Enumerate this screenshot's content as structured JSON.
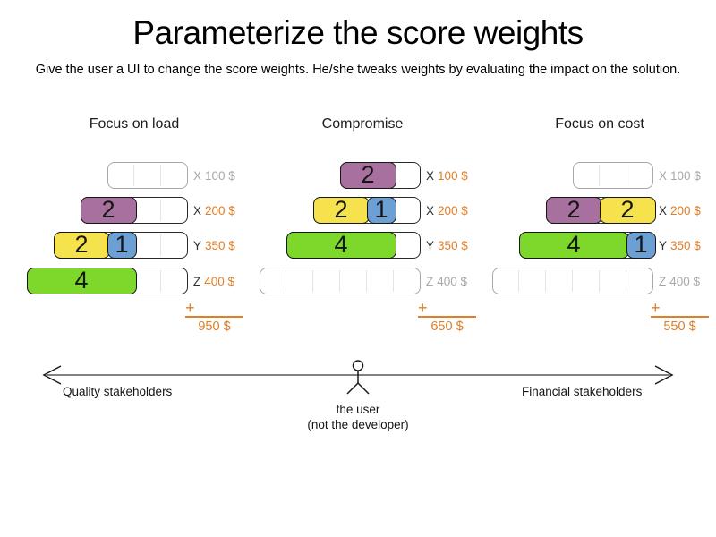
{
  "page": {
    "title": "Parameterize the score weights",
    "subtitle": "Give the user a UI to change the score weights. He/she tweaks weights by evaluating the impact on the solution."
  },
  "colors": {
    "purple": "#a7709e",
    "yellow": "#f5e24c",
    "blue": "#6ca0d4",
    "green": "#7ed82b",
    "orange": "#e07e27",
    "inactive_gray": "#a8a8a8"
  },
  "scenarios": [
    {
      "name": "Focus on load",
      "rows": [
        {
          "letter": "X",
          "amount": "100 $",
          "cells": 3,
          "active": false,
          "blocks": []
        },
        {
          "letter": "X",
          "amount": "200 $",
          "cells": 4,
          "active": true,
          "blocks": [
            {
              "value": 2,
              "color": "purple"
            }
          ]
        },
        {
          "letter": "Y",
          "amount": "350 $",
          "cells": 5,
          "active": true,
          "blocks": [
            {
              "value": 2,
              "color": "yellow"
            },
            {
              "value": 1,
              "color": "blue"
            }
          ]
        },
        {
          "letter": "Z",
          "amount": "400 $",
          "cells": 6,
          "active": true,
          "blocks": [
            {
              "value": 4,
              "color": "green"
            }
          ]
        }
      ],
      "plus_sign": "+",
      "total": "950 $"
    },
    {
      "name": "Compromise",
      "rows": [
        {
          "letter": "X",
          "amount": "100 $",
          "cells": 3,
          "active": true,
          "blocks": [
            {
              "value": 2,
              "color": "purple"
            }
          ]
        },
        {
          "letter": "X",
          "amount": "200 $",
          "cells": 4,
          "active": true,
          "blocks": [
            {
              "value": 2,
              "color": "yellow"
            },
            {
              "value": 1,
              "color": "blue"
            }
          ]
        },
        {
          "letter": "Y",
          "amount": "350 $",
          "cells": 5,
          "active": true,
          "blocks": [
            {
              "value": 4,
              "color": "green"
            }
          ]
        },
        {
          "letter": "Z",
          "amount": "400 $",
          "cells": 6,
          "active": false,
          "blocks": []
        }
      ],
      "plus_sign": "+",
      "total": "650 $"
    },
    {
      "name": "Focus on cost",
      "rows": [
        {
          "letter": "X",
          "amount": "100 $",
          "cells": 3,
          "active": false,
          "blocks": []
        },
        {
          "letter": "X",
          "amount": "200 $",
          "cells": 4,
          "active": true,
          "blocks": [
            {
              "value": 2,
              "color": "purple"
            },
            {
              "value": 2,
              "color": "yellow"
            }
          ]
        },
        {
          "letter": "Y",
          "amount": "350 $",
          "cells": 5,
          "active": true,
          "blocks": [
            {
              "value": 4,
              "color": "green"
            },
            {
              "value": 1,
              "color": "blue"
            }
          ]
        },
        {
          "letter": "Z",
          "amount": "400 $",
          "cells": 6,
          "active": false,
          "blocks": []
        }
      ],
      "plus_sign": "+",
      "total": "550 $"
    }
  ],
  "spectrum": {
    "left_label": "Quality stakeholders",
    "right_label": "Financial stakeholders",
    "user_line1": "the user",
    "user_line2": "(not the developer)"
  }
}
